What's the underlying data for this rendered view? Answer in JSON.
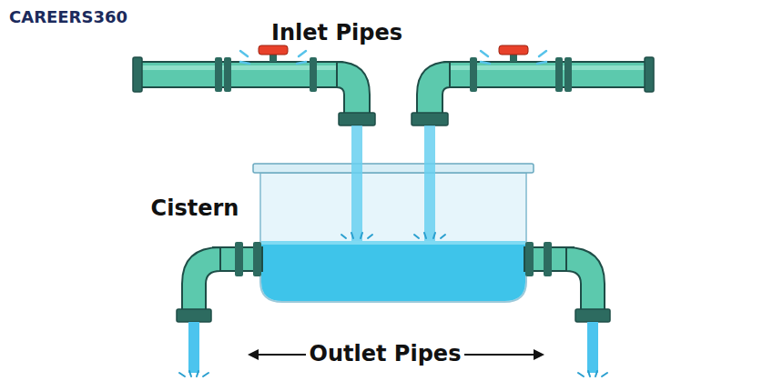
{
  "diagram": {
    "labels": [
      "CAREERS360",
      "Inlet Pipes",
      "Cistern",
      "Outlet Pipes"
    ]
  }
}
